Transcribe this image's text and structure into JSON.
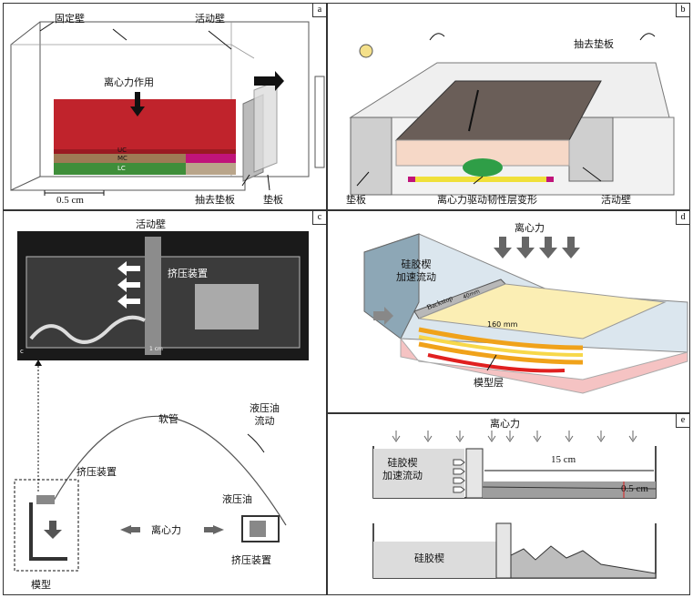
{
  "panels": {
    "a": {
      "label": "a",
      "fixed_wall": "固定壁",
      "moving_wall": "活动壁",
      "centrifugal_force": "离心力作用",
      "layer_uc": "UC",
      "layer_mc": "MC",
      "layer_lc": "LC",
      "scale": "0.5 cm",
      "removed_shim": "抽去垫板",
      "shim": "垫板",
      "colors": {
        "uc": "#c0232c",
        "mc": "#9e7a55",
        "lc": "#3f8e3a",
        "magenta": "#c0147a"
      }
    },
    "b": {
      "label": "b",
      "removed_shim": "抽去垫板",
      "shim": "垫板",
      "caption": "离心力驱动韧性层变形",
      "moving_wall": "活动壁"
    },
    "c": {
      "label": "c",
      "moving_wall": "活动壁",
      "extrusion_device_top": "挤压装置",
      "hose": "软管",
      "oil_flow": "液压油\n流动",
      "extrusion_device_left": "挤压装置",
      "hydraulic_oil": "液压油",
      "centrifugal_force": "离心力",
      "extrusion_device_right": "挤压装置",
      "model": "模型",
      "photo_tag": "c",
      "scale_tag": "1 cm"
    },
    "d": {
      "label": "d",
      "centrifugal_force": "离心力",
      "silicone_wedge": "硅胶楔\n加速流动",
      "backstop": "Backstop",
      "backstop_dim": "40mm",
      "length": "160 mm",
      "model_layer": "模型层"
    },
    "e": {
      "label": "e",
      "centrifugal_force": "离心力",
      "silicone_wedge": "硅胶楔\n加速流动",
      "length": "15 cm",
      "thickness": "0.5 cm",
      "silicone_wedge_2": "硅胶楔"
    }
  }
}
